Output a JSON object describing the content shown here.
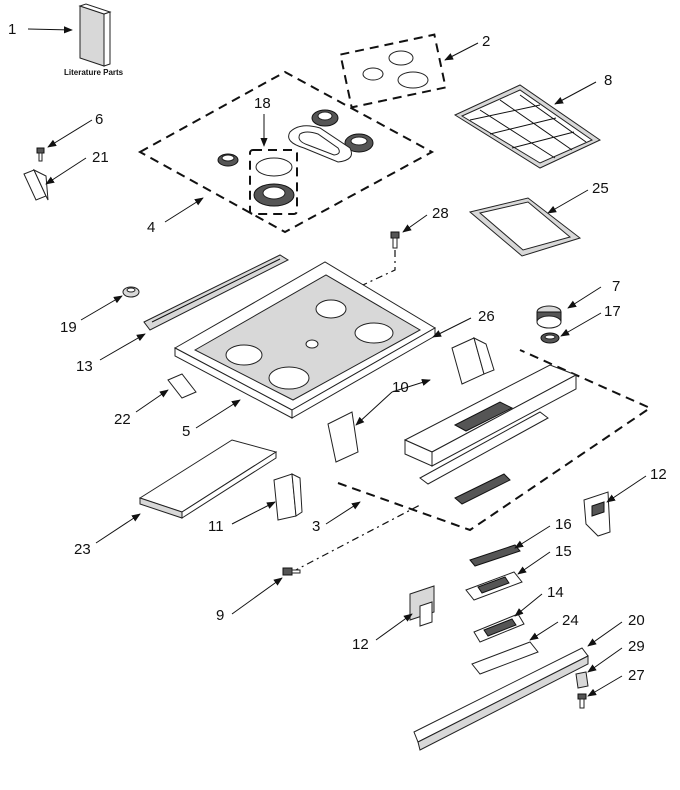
{
  "literature_caption": "Literature Parts",
  "callouts": [
    {
      "id": "1",
      "label": "1"
    },
    {
      "id": "2",
      "label": "2"
    },
    {
      "id": "3",
      "label": "3"
    },
    {
      "id": "4",
      "label": "4"
    },
    {
      "id": "5",
      "label": "5"
    },
    {
      "id": "6",
      "label": "6"
    },
    {
      "id": "7",
      "label": "7"
    },
    {
      "id": "8",
      "label": "8"
    },
    {
      "id": "9",
      "label": "9"
    },
    {
      "id": "10",
      "label": "10"
    },
    {
      "id": "11",
      "label": "11"
    },
    {
      "id": "12a",
      "label": "12"
    },
    {
      "id": "12b",
      "label": "12"
    },
    {
      "id": "13",
      "label": "13"
    },
    {
      "id": "14",
      "label": "14"
    },
    {
      "id": "15",
      "label": "15"
    },
    {
      "id": "16",
      "label": "16"
    },
    {
      "id": "17",
      "label": "17"
    },
    {
      "id": "18",
      "label": "18"
    },
    {
      "id": "19",
      "label": "19"
    },
    {
      "id": "20",
      "label": "20"
    },
    {
      "id": "21",
      "label": "21"
    },
    {
      "id": "22",
      "label": "22"
    },
    {
      "id": "23",
      "label": "23"
    },
    {
      "id": "24",
      "label": "24"
    },
    {
      "id": "25",
      "label": "25"
    },
    {
      "id": "26",
      "label": "26"
    },
    {
      "id": "27",
      "label": "27"
    },
    {
      "id": "28",
      "label": "28"
    },
    {
      "id": "29",
      "label": "29"
    }
  ]
}
